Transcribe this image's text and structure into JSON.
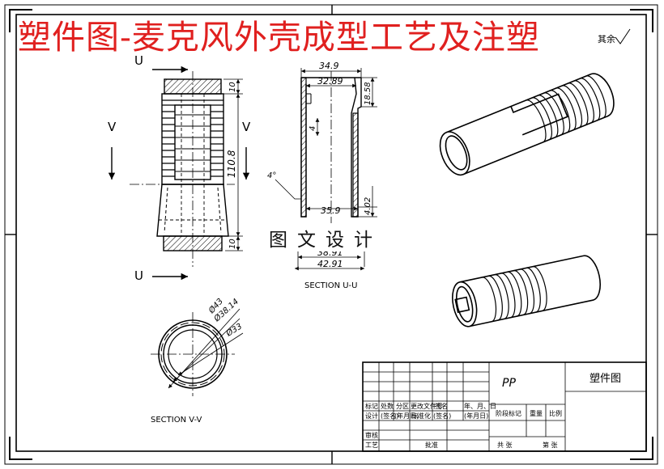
{
  "banner": {
    "title": "塑件图-麦克风外壳成型工艺及注塑"
  },
  "watermark": "图文设计",
  "corner_note": "其余",
  "section_labels": {
    "u_top": "U",
    "u_bottom": "U",
    "v_left": "V",
    "v_right": "V",
    "section_uu": "SECTION U-U",
    "section_vv": "SECTION V-V"
  },
  "dimensions": {
    "front_length": "110.8",
    "front_top": "10",
    "front_bottom": "10",
    "top_width": "34.9",
    "inner_top": "32.89",
    "right_top": "18.58",
    "slot_depth": "4",
    "bottom_inner": "35.9",
    "right_bottom": "4.02",
    "angle": "4°",
    "outer_1": "38.91",
    "outer_2": "42.91",
    "dia_43": "Ø43",
    "dia_38": "Ø38.14",
    "dia_33": "Ø33"
  },
  "title_block": {
    "material": "PP",
    "part_name": "塑件图",
    "rows": [
      [
        "标记",
        "处数",
        "分区",
        "更改文件号",
        "签名",
        "年、月、日"
      ],
      [
        "设计",
        "(签名)",
        "(年月日)",
        "标准化",
        "(签名)",
        "(年月日)"
      ]
    ],
    "stage_header": "阶段标记",
    "weight_header": "重量",
    "scale_header": "比例",
    "review": "审核",
    "process": "工艺",
    "approve": "批准",
    "sheet_total": "共 张",
    "sheet_no": "第 张"
  }
}
